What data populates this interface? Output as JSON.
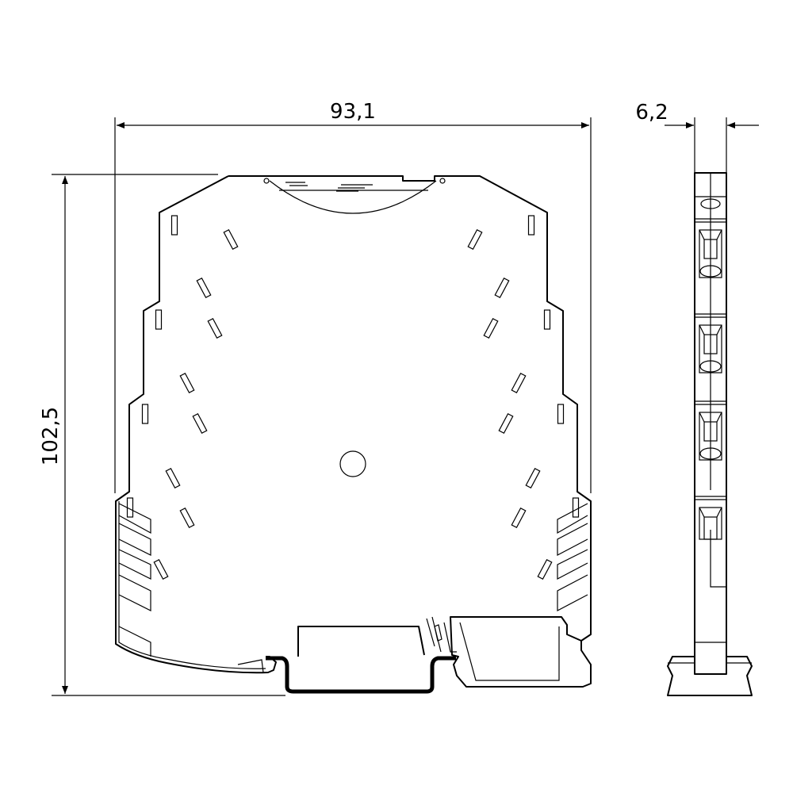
{
  "dimensions": {
    "width_label": "93,1",
    "height_label": "102,5",
    "depth_label": "6,2"
  },
  "colors": {
    "line": "#000000",
    "background": "#ffffff"
  }
}
